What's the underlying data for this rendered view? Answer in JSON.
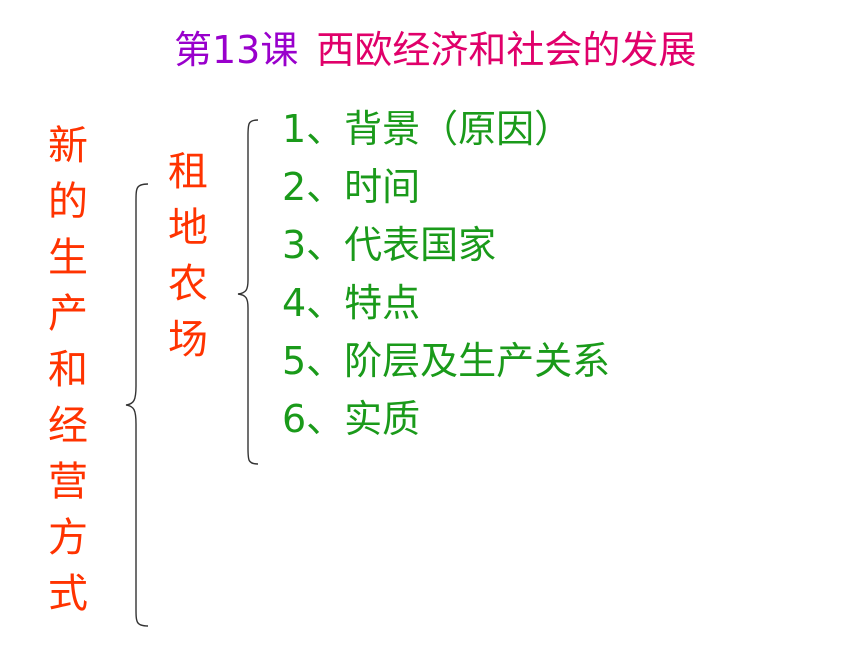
{
  "title": {
    "lesson": "第13课",
    "subject": "西欧经济和社会的发展"
  },
  "left_vertical": [
    "新",
    "的",
    "生",
    "产",
    "和",
    "经",
    "营",
    "方",
    "式"
  ],
  "mid_vertical": [
    "租",
    "地",
    "农",
    "场"
  ],
  "items": [
    "1、背景（原因）",
    "2、时间",
    "3、代表国家",
    "4、特点",
    "5、阶层及生产关系",
    "6、实质"
  ],
  "colors": {
    "lesson": "#9900cc",
    "subject": "#e0006a",
    "vertical": "#ff3300",
    "items": "#1a9a1a",
    "brace": "#333333"
  }
}
